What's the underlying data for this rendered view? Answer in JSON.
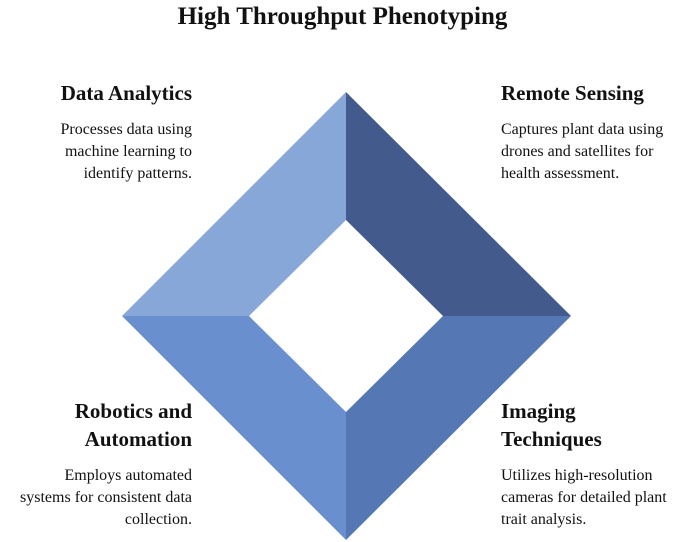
{
  "title": "High Throughput Phenotyping",
  "colors": {
    "top_left": "#87a7d9",
    "top_right": "#435a8c",
    "bottom_left": "#6a8fcf",
    "bottom_right": "#5577b3"
  },
  "quadrants": {
    "top_left": {
      "heading": "Data Analytics",
      "lines": [
        "Processes data using",
        "machine learning to",
        "identify patterns."
      ]
    },
    "top_right": {
      "heading": "Remote Sensing",
      "lines": [
        "Captures plant data using",
        "drones and satellites for",
        "health assessment."
      ]
    },
    "bottom_left": {
      "heading_lines": [
        "Robotics and",
        "Automation"
      ],
      "lines": [
        "Employs automated",
        "systems for consistent data",
        "collection."
      ]
    },
    "bottom_right": {
      "heading_lines": [
        "Imaging",
        "Techniques"
      ],
      "lines": [
        "Utilizes high-resolution",
        "cameras for detailed plant",
        "trait analysis."
      ]
    }
  }
}
